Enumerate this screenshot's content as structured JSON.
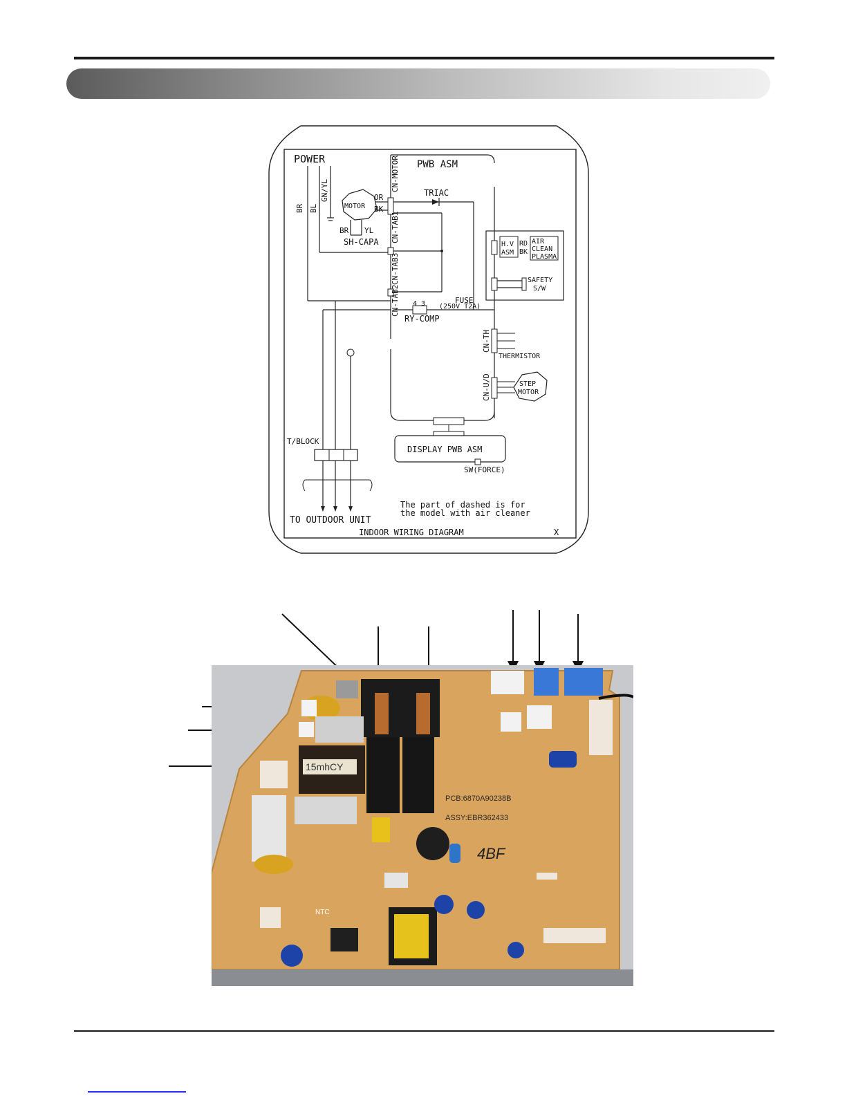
{
  "diagram": {
    "power_label": "POWER",
    "pwb_asm": "PWB ASM",
    "wire_br": "BR",
    "wire_bl": "BL",
    "wire_gnyl": "GN/YL",
    "motor": "MOTOR",
    "or": "OR",
    "bk": "BK",
    "br2": "BR",
    "yl": "YL",
    "sh_capa": "SH-CAPA",
    "cn_motor": "CN-MOTOR",
    "cn_tab1": "CN-TAB1",
    "cn_tab3": "CN-TAB3",
    "cn_tab2": "CN-TAB2",
    "triac": "TRIAC",
    "hv": "H.V",
    "asm": "ASM",
    "rd": "RD",
    "bk2": "BK",
    "air": "AIR",
    "clean": "CLEAN",
    "plasma": "PLASMA",
    "safety": "SAFETY",
    "sw": "S/W",
    "fuse": "FUSE",
    "fuse_rating": "(250V T2A)",
    "relay_pins": "4 3",
    "ry_comp": "RY-COMP",
    "cn_th": "CN-TH",
    "thermistor": "THERMISTOR",
    "cn_ud": "CN-U/D",
    "step": "STEP",
    "motor2": "MOTOR",
    "t_block": "T/BLOCK",
    "display_pwb": "DISPLAY PWB ASM",
    "sw_force": "SW(FORCE)",
    "note_line1": "The part of dashed is for",
    "note_line2": "the model with air cleaner",
    "to_outdoor": "TO OUTDOOR UNIT",
    "footer_title": "INDOOR WIRING DIAGRAM",
    "footer_x": "X"
  },
  "pcb": {
    "choke_label": "15mhCY",
    "pcb_code": "PCB:6870A90238B",
    "assy_code": "ASSY:EBR362433",
    "handwriting": "4BF",
    "ntc": "NTC",
    "board_color": "#d9a45e",
    "relay_color": "#1b1b1b",
    "connector_blue": "#3a78d8"
  }
}
